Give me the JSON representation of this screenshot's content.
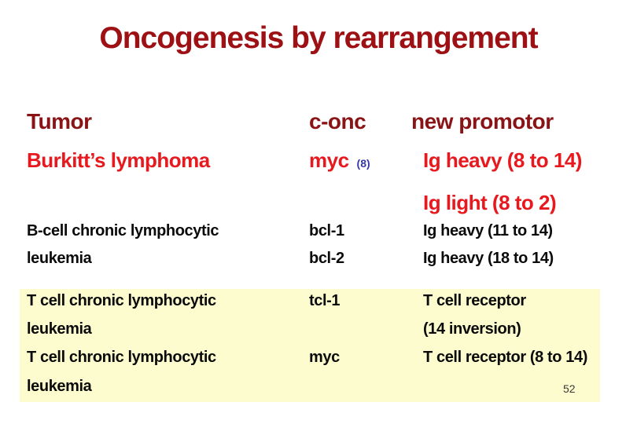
{
  "slide": {
    "title": "Oncogenesis by rearrangement",
    "page_number": "52"
  },
  "colors": {
    "title": "#9D1115",
    "header": "#8A1315",
    "red": "#E7191E",
    "blue": "#3737AE",
    "black": "#0B0B0B",
    "panel_bg": "#FCFCCE"
  },
  "table": {
    "header": {
      "tumor": "Tumor",
      "oncogene": "c-onc",
      "promotor": "new promotor"
    },
    "rows": [
      {
        "tumor": "Burkitt’s lymphoma",
        "oncogene": "myc",
        "chromosome": "(8)",
        "promotor": "Ig heavy (8 to 14)"
      },
      {
        "tumor": "",
        "oncogene": "",
        "chromosome": "",
        "promotor": "Ig light (8 to 2)"
      },
      {
        "tumor": "B-cell chronic lymphocytic",
        "oncogene": "bcl-1",
        "chromosome": "",
        "promotor": "Ig heavy (11 to 14)"
      },
      {
        "tumor": "leukemia",
        "oncogene": "bcl-2",
        "chromosome": "",
        "promotor": "Ig heavy (18 to 14)"
      },
      {
        "tumor": "T cell chronic lymphocytic",
        "oncogene": "tcl-1",
        "chromosome": "",
        "promotor": "T cell receptor"
      },
      {
        "tumor": "leukemia",
        "oncogene": "",
        "chromosome": "",
        "promotor": "(14 inversion)"
      },
      {
        "tumor": "T cell chronic lymphocytic",
        "oncogene": "myc",
        "chromosome": "",
        "promotor": "T cell receptor (8 to 14)"
      },
      {
        "tumor": "leukemia",
        "oncogene": "",
        "chromosome": "",
        "promotor": ""
      }
    ]
  }
}
